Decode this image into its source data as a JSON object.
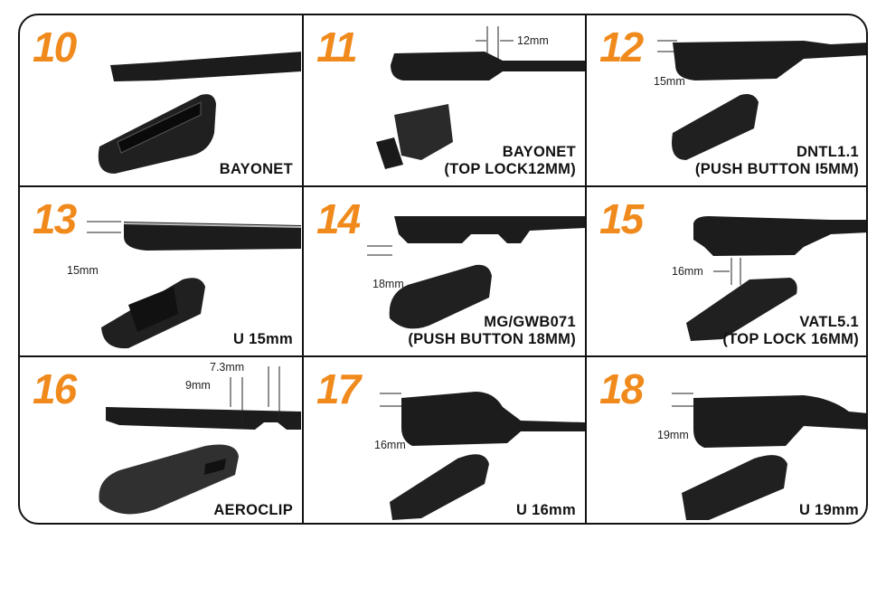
{
  "cells": [
    {
      "number": "10",
      "caption": [
        "BAYONET"
      ],
      "dims": []
    },
    {
      "number": "11",
      "caption": [
        "BAYONET",
        "(TOP LOCK12MM)"
      ],
      "dims": [
        "12mm"
      ]
    },
    {
      "number": "12",
      "caption": [
        "DNTL1.1",
        "(PUSH BUTTON I5MM)"
      ],
      "dims": [
        "15mm"
      ]
    },
    {
      "number": "13",
      "caption": [
        "U 15mm"
      ],
      "dims": [
        "15mm"
      ]
    },
    {
      "number": "14",
      "caption": [
        "MG/GWB071",
        "(PUSH BUTTON 18MM)"
      ],
      "dims": [
        "18mm"
      ]
    },
    {
      "number": "15",
      "caption": [
        "VATL5.1",
        "(TOP LOCK 16MM)"
      ],
      "dims": [
        "16mm"
      ]
    },
    {
      "number": "16",
      "caption": [
        "AEROCLIP"
      ],
      "dims": [
        "7.3mm",
        "9mm"
      ]
    },
    {
      "number": "17",
      "caption": [
        "U 16mm"
      ],
      "dims": [
        "16mm"
      ]
    },
    {
      "number": "18",
      "caption": [
        "U 19mm"
      ],
      "dims": [
        "19mm"
      ]
    }
  ],
  "colors": {
    "number": "#f08a1c",
    "border": "#111111",
    "part": "#1c1c1c"
  },
  "icons": [
    "wiper-arm-image",
    "adapter-image"
  ]
}
